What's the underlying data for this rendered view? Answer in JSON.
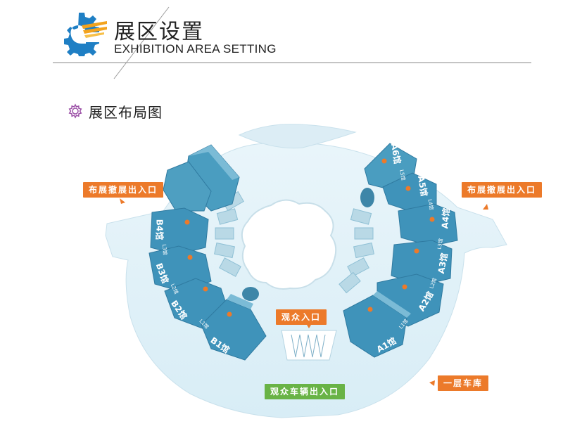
{
  "header": {
    "title_cn": "展区设置",
    "title_en": "EXHIBITION AREA SETTING"
  },
  "subtitle": {
    "icon": "gear-outline-icon",
    "text": "展区布局图"
  },
  "map": {
    "entrances": {
      "setup_left": "布展撤展出入口",
      "setup_right": "布展撤展出入口",
      "visitor": "观众入口",
      "vehicle": "观众车辆出入口",
      "garage": "一层车库"
    },
    "halls": {
      "A1": "A1馆",
      "A2": "A2馆",
      "A3": "A3馆",
      "A4": "A4馆",
      "A5": "A5馆",
      "A6": "A6馆",
      "B1": "B1馆",
      "B2": "B2馆",
      "B3": "B3馆",
      "B4": "B4馆"
    },
    "links": {
      "L1a": "L1馆",
      "L2a": "L2馆",
      "L3a": "L3馆",
      "L4a": "L4馆",
      "L5a": "L5馆",
      "L1b": "L1馆",
      "L2b": "L2馆",
      "L3b": "L3馆"
    },
    "colors": {
      "accent_orange": "#ec7a2a",
      "accent_green": "#69b346",
      "hall_blue": "#4a9dc0",
      "ground": "#e4f2f8"
    }
  }
}
